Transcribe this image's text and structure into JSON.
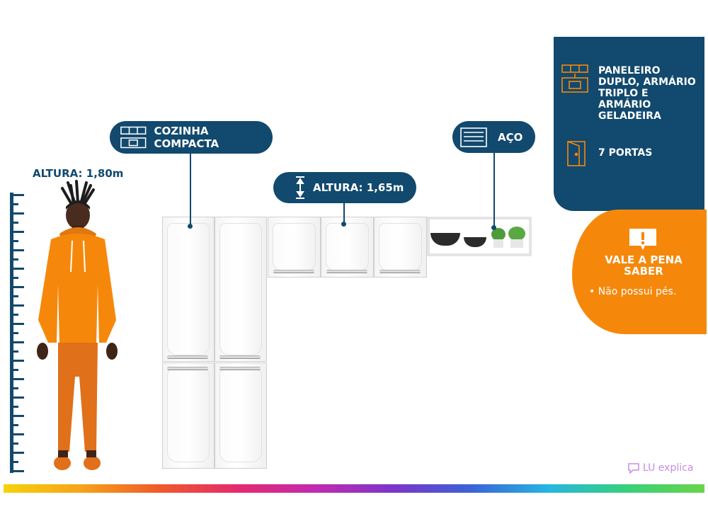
{
  "person": {
    "height_label": "ALTURA: 1,80m"
  },
  "labels": {
    "kitchen_type": "COZINHA COMPACTA",
    "height": "ALTURA: 1,65m",
    "material": "AÇO"
  },
  "info_panel": {
    "description": "PANELEIRO DUPLO, ARMÁRIO TRIPLO E ARMÁRIO GELADEIRA",
    "doors": "7 PORTAS"
  },
  "tip": {
    "title": "VALE A PENA SABER",
    "items": [
      "• Não possui pés."
    ]
  },
  "brand": {
    "name": "LU explica"
  },
  "icons": [
    "kitchen-icon",
    "steel-sheet-icon",
    "height-arrow-icon",
    "kitchen-appliances-icon",
    "door-icon",
    "alert-icon",
    "heart-chat-icon"
  ],
  "colors": {
    "navy": "#12496e",
    "orange": "#f5880b",
    "white": "#ffffff"
  }
}
